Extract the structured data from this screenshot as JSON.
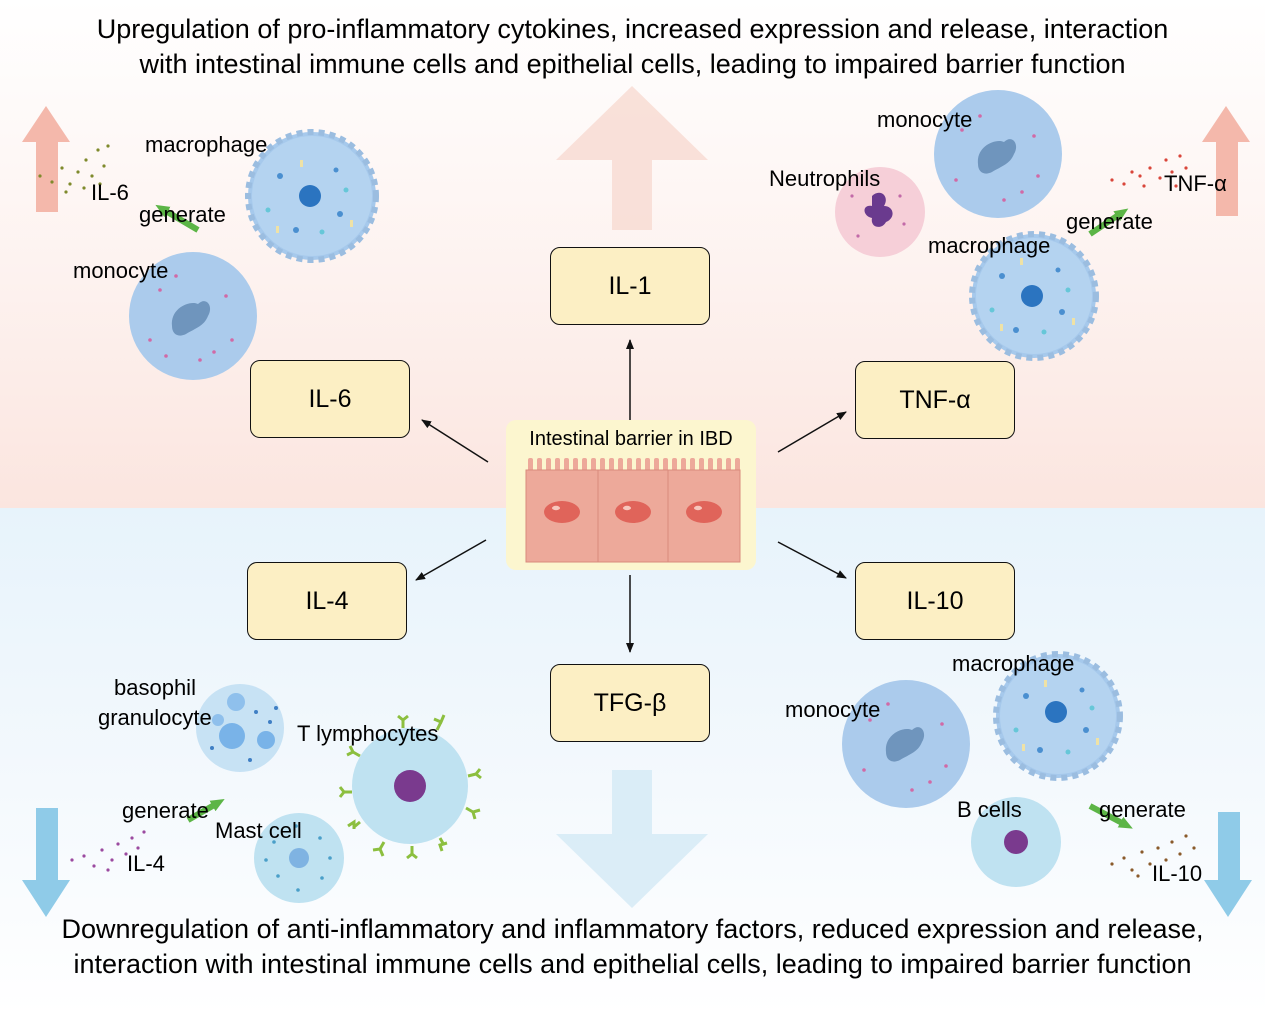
{
  "headings": {
    "top": [
      "Upregulation of pro-inflammatory cytokines, increased expression and release, interaction",
      "with intestinal immune cells and epithelial cells, leading to impaired barrier function"
    ],
    "bottom": [
      "Downregulation of anti-inflammatory and inflammatory factors, reduced expression and release,",
      "interaction with intestinal immune cells and epithelial cells, leading to impaired barrier function"
    ]
  },
  "center": {
    "title": "Intestinal barrier in IBD"
  },
  "cytokines": {
    "il1": "IL-1",
    "il6": "IL-6",
    "tnf": "TNF-α",
    "il4": "IL-4",
    "il10": "IL-10",
    "tfg": "TFG-β"
  },
  "top_left": {
    "macrophage": "macrophage",
    "monocyte": "monocyte",
    "generate": "generate",
    "product": "IL-6"
  },
  "top_right": {
    "monocyte": "monocyte",
    "neutrophils": "Neutrophils",
    "macrophage": "macrophage",
    "generate": "generate",
    "product": "TNF-α"
  },
  "bottom_left": {
    "basophil_line1": "basophil",
    "basophil_line2": "granulocyte",
    "t_lymphocytes": "T lymphocytes",
    "mast_cell": "Mast cell",
    "generate": "generate",
    "product": "IL-4"
  },
  "bottom_right": {
    "macrophage": "macrophage",
    "monocyte": "monocyte",
    "b_cells": "B cells",
    "generate": "generate",
    "product": "IL-10"
  },
  "colors": {
    "box_fill": "#fcefc4",
    "up_arrow": "#f4b8ab",
    "down_arrow": "#8fcbe8",
    "cell_blue": "#abcbec",
    "epithelium": "#eda99a",
    "nucleus_red": "#e0645a",
    "generate_arrow": "#5cb546"
  }
}
